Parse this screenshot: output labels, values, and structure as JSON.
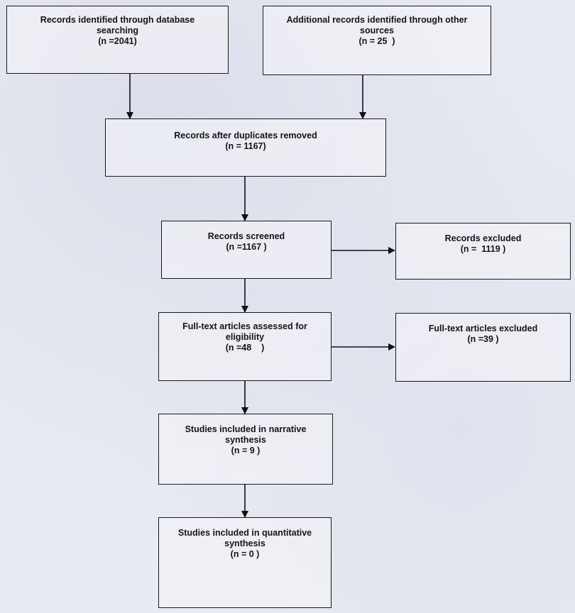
{
  "boxes": {
    "identified_db": {
      "line1": "Records identified through database",
      "line2": "searching",
      "line3": "(n =2041)"
    },
    "identified_other": {
      "line1": "Additional records identified through other",
      "line2": "sources",
      "line3": "(n = 25  )"
    },
    "duplicates_removed": {
      "line1": "Records after duplicates removed",
      "line2": "(n = 1167)"
    },
    "screened": {
      "line1": "Records screened",
      "line2": "(n =1167 )"
    },
    "excluded": {
      "line1": "Records excluded",
      "line2": "(n =  1119 )"
    },
    "fulltext_assessed": {
      "line1": "Full-text articles assessed for",
      "line2": "eligibility",
      "line3": "(n =48    )"
    },
    "fulltext_excluded": {
      "line1": "Full-text articles excluded",
      "line2": "(n =39 )"
    },
    "narrative": {
      "line1": "Studies included in narrative",
      "line2": "synthesis",
      "line3": "(n = 9 )"
    },
    "quantitative": {
      "line1": "Studies included in quantitative",
      "line2": "synthesis",
      "line3": "(n = 0 )"
    }
  }
}
